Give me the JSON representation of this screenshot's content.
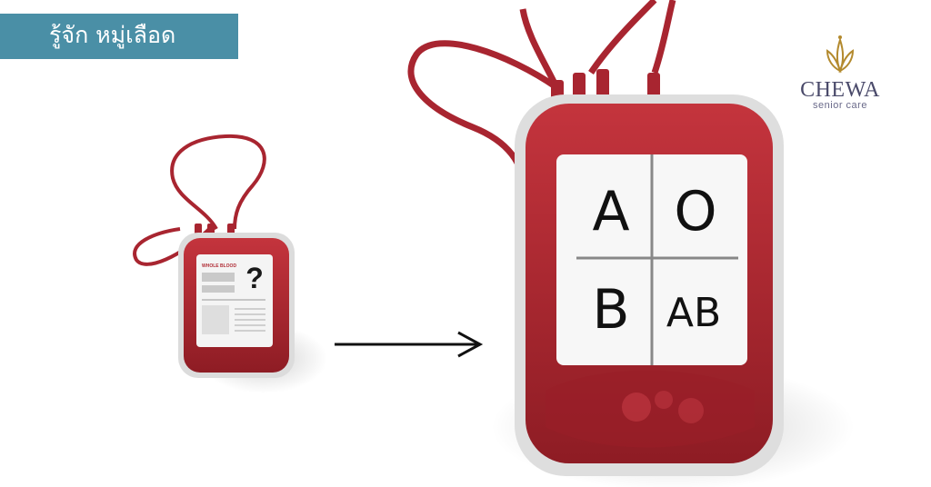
{
  "header": {
    "title": "รู้จัก หมู่เลือด"
  },
  "logo": {
    "name": "CHEWA",
    "tagline": "senior care"
  },
  "small_bag": {
    "label_title": "WHOLE BLOOD",
    "unknown_type": "?"
  },
  "blood_types": {
    "a": "A",
    "o": "O",
    "b": "B",
    "ab": "AB"
  },
  "colors": {
    "banner": "#4a8fa6",
    "blood": "#b02c35",
    "bag_edge": "#dcdcdc"
  }
}
